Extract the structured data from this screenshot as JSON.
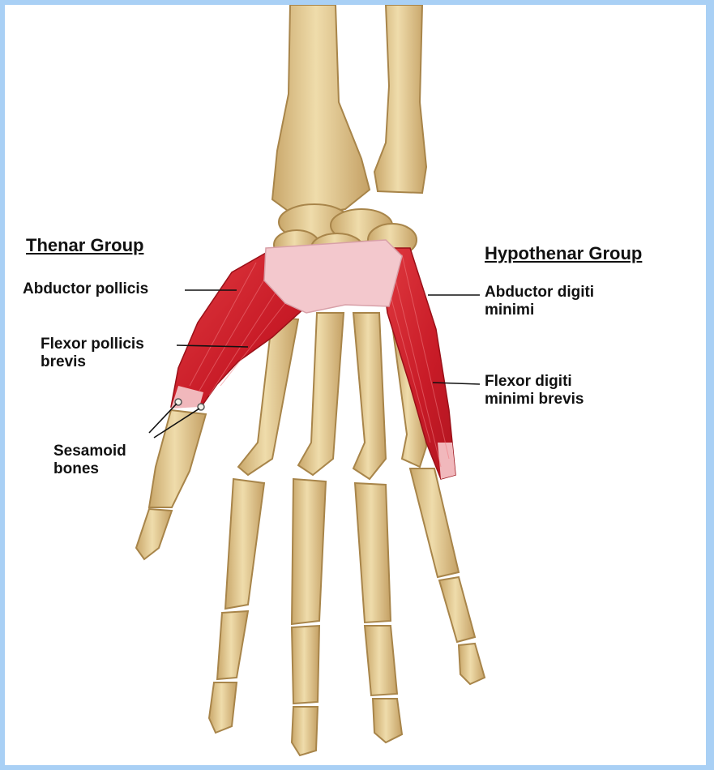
{
  "headings": {
    "thenar": "Thenar Group",
    "hypothenar": "Hypothenar Group"
  },
  "labels": {
    "abductor_pollicis": "Abductor pollicis",
    "flexor_pollicis_brevis": "Flexor pollicis brevis",
    "sesamoid_bones": "Sesamoid bones",
    "abductor_digiti_minimi": "Abductor digiti minimi",
    "flexor_digiti_minimi_brevis": "Flexor digiti minimi brevis"
  },
  "colors": {
    "frame_border": "#a9d0f5",
    "bone": "#e6cf9a",
    "bone_shadow": "#b8955a",
    "muscle": "#d8232e",
    "retinaculum": "#f3c8cd",
    "leader_line": "#111111"
  }
}
